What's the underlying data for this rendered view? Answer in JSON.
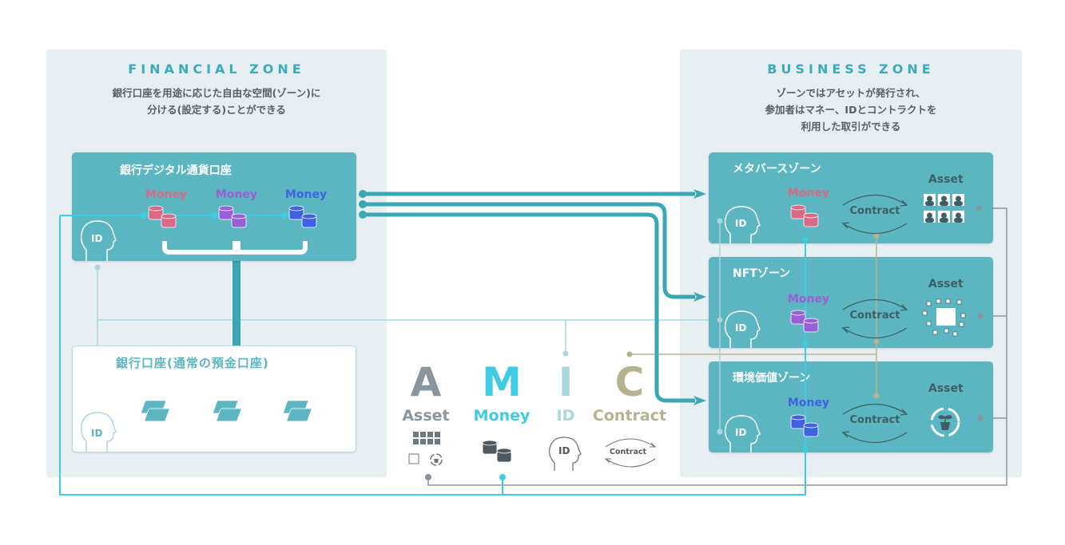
{
  "financial_zone": {
    "title": "FINANCIAL ZONE",
    "description": "銀行口座を用途に応じた自由な空間(ゾーン)に\n分ける(設定する)ことができる",
    "digital_account": {
      "title": "銀行デジタル通貨口座",
      "id_label": "ID",
      "money": [
        {
          "label": "Money",
          "color": "#d86a86"
        },
        {
          "label": "Money",
          "color": "#9a5fd6"
        },
        {
          "label": "Money",
          "color": "#3f63e0"
        }
      ]
    },
    "regular_account": {
      "title": "銀行口座(通常の預金口座)",
      "id_label": "ID",
      "cash_stacks": 3
    }
  },
  "business_zone": {
    "title": "BUSINESS ZONE",
    "description": "ゾーンではアセットが発行され、\n参加者はマネー、IDとコントラクトを\n利用した取引ができる",
    "zones": [
      {
        "title": "メタバースゾーン",
        "id_label": "ID",
        "money_label": "Money",
        "money_color": "#d86a86",
        "contract_label": "Contract",
        "asset_label": "Asset",
        "asset_icon": "avatar-grid-icon"
      },
      {
        "title": "NFTゾーン",
        "id_label": "ID",
        "money_label": "Money",
        "money_color": "#9a5fd6",
        "contract_label": "Contract",
        "asset_label": "Asset",
        "asset_icon": "nft-chip-icon"
      },
      {
        "title": "環境価値ゾーン",
        "id_label": "ID",
        "money_label": "Money",
        "money_color": "#3f63e0",
        "contract_label": "Contract",
        "asset_label": "Asset",
        "asset_icon": "plant-cycle-icon"
      }
    ]
  },
  "legend": {
    "items": [
      {
        "letter": "A",
        "word": "Asset",
        "color": "#8a969d"
      },
      {
        "letter": "M",
        "word": "Money",
        "color": "#3fcbe3"
      },
      {
        "letter": "I",
        "word": "ID",
        "color": "#a9d6df"
      },
      {
        "letter": "C",
        "word": "Contract",
        "color": "#b5b38f"
      }
    ],
    "id_icon_label": "ID",
    "contract_icon_label": "Contract"
  },
  "colors": {
    "teal_card": "#5bb6c1",
    "arrow": "#3aa7b5",
    "money_line": "#3fcbe3",
    "id_line": "#a9d6df",
    "contract_line": "#b5b38f",
    "asset_line": "#8a969d"
  }
}
